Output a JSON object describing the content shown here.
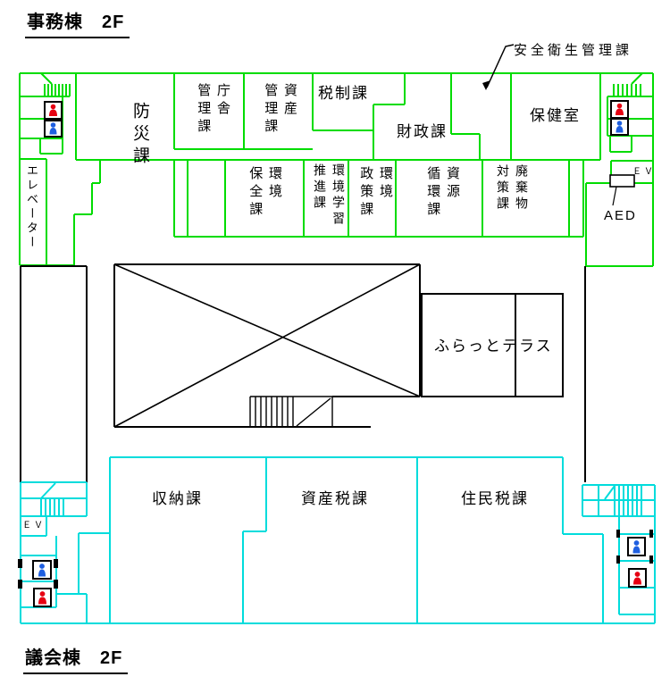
{
  "page": {
    "title_office": "事務棟　2F",
    "title_assembly": "議会棟　2F"
  },
  "colors": {
    "office_wall_green": "#00dc00",
    "assembly_wall_cyan": "#00dcdc",
    "structure_black": "#000000",
    "female_icon_red": "#e60012",
    "male_icon_blue": "#1f5fe0"
  },
  "office": {
    "annotation_safety": "安全衛生管理課",
    "rooms": {
      "bousai": "防災課",
      "elevator": "エレベーター",
      "chosha_kanri": "庁舎\n管理課",
      "shisan_kanri": "資産\n管理課",
      "zeisei": "税制課",
      "zaisei": "財政課",
      "hoken": "保健室",
      "kankyo_hozen": "環境\n保全課",
      "kankyo_gakushu": "環境学習\n推進課",
      "kankyo_seisaku": "環境\n政策課",
      "shigen_junkan": "資源\n循環課",
      "haikibutsu": "廃棄物\n対策課"
    },
    "ev_upper": "ＥＶ",
    "aed": "AED"
  },
  "middle": {
    "terrace": "ふらっとテラス"
  },
  "assembly": {
    "rooms": {
      "shuno": "収納課",
      "shisanzei": "資産税課",
      "juminzei": "住民税課"
    },
    "ev_lower": "ＥＶ"
  },
  "icons": {
    "female_toilet": "female-toilet",
    "male_toilet": "male-toilet",
    "stairs": "stairs",
    "aed_cabinet": "aed-cabinet"
  }
}
